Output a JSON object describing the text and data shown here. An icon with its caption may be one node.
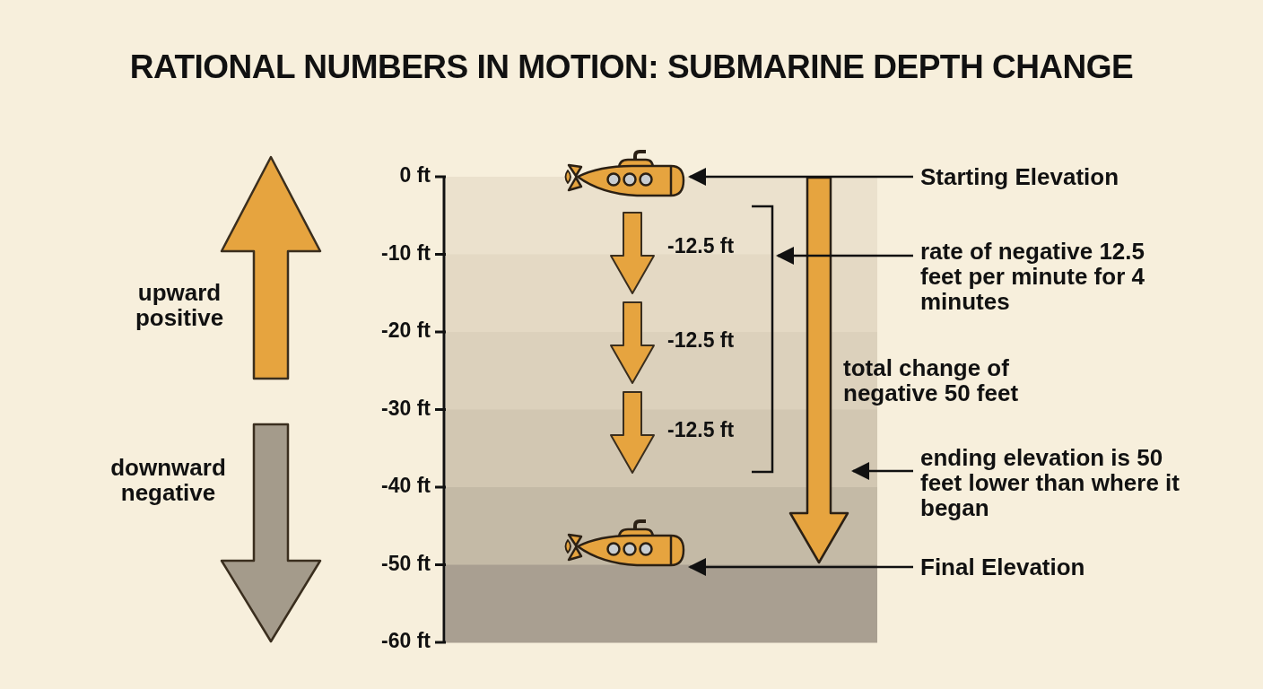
{
  "diagram": {
    "title": "RATIONAL NUMBERS IN MOTION: SUBMARINE DEPTH CHANGE",
    "nodes": [
      {
        "text": [],
        "shape": "picture"
      },
      {
        "text": [
          "Starting Elevation"
        ]
      },
      {
        "text": [],
        "shape": "bracket"
      },
      {
        "text": [
          "rate of negative 12.5 feet per minute for 4 minutes"
        ]
      },
      {
        "text": [],
        "shape": "arrow",
        "beside": [
          "total change of negative 50 feet"
        ]
      },
      {
        "text": [
          "ending elevation is 50 feet lower than where it began"
        ]
      },
      {
        "text": [],
        "shape": "picture"
      },
      {
        "text": [
          "Final Elevation"
        ]
      }
    ],
    "edges": [
      {
        "from": 1,
        "to": 0,
        "arrow": "to"
      },
      {
        "from": 3,
        "to": 2,
        "arrow": "to"
      },
      {
        "from": 5,
        "to": 4,
        "arrow": "to"
      },
      {
        "from": 7,
        "to": 6,
        "arrow": "to"
      }
    ],
    "labels": [
      "upward positive",
      "0 ft",
      "-10 ft",
      "-12.5 ft",
      "downward negative",
      "-20 ft",
      "-12.5 ft",
      "-30 ft",
      "-12.5 ft",
      "-40 ft",
      "-50 ft",
      "-60 ft"
    ]
  }
}
